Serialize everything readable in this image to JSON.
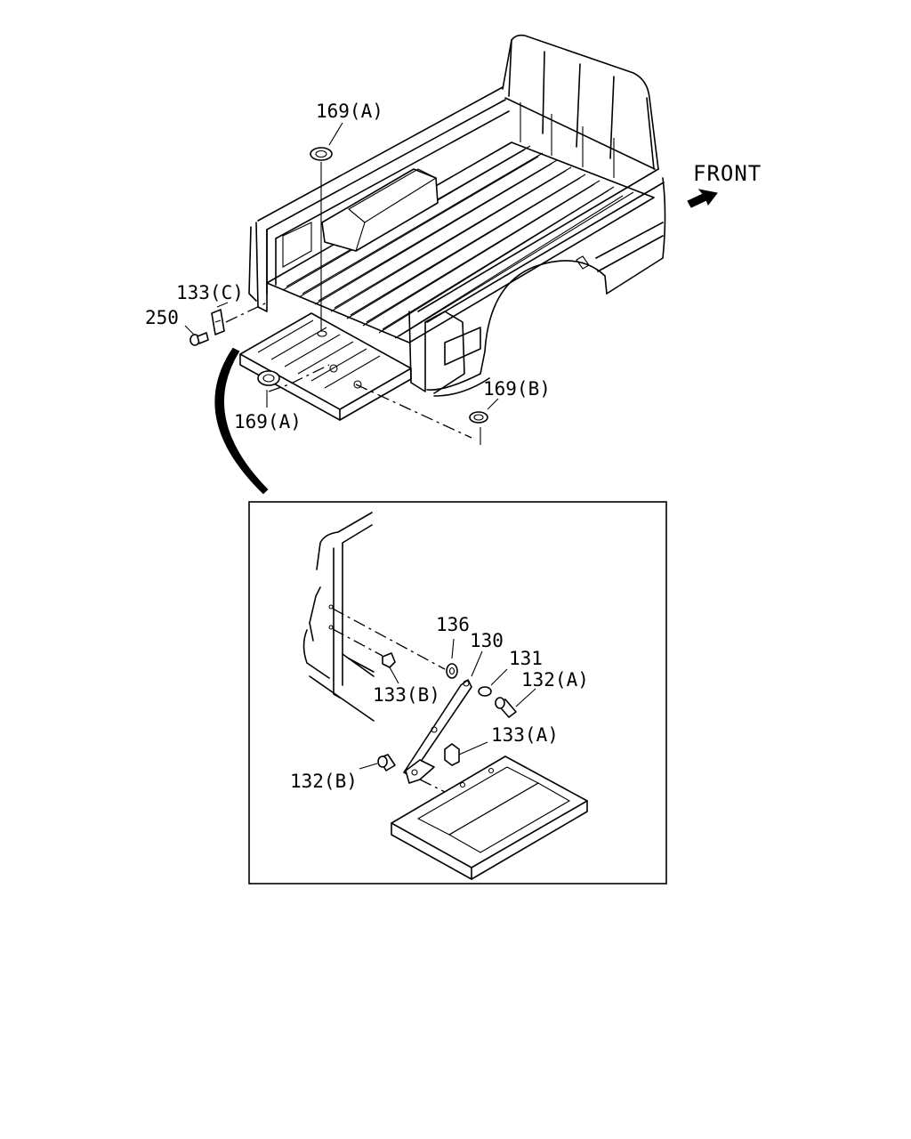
{
  "direction_label": "FRONT",
  "direction_icon": "arrow-right-icon",
  "callouts": {
    "grommet_top": "169(A)",
    "grommet_left": "169(A)",
    "grommet_right": "169(B)",
    "bracket_c": "133(C)",
    "bolt_250": "250",
    "washer_136": "136",
    "strap_130": "130",
    "spacer_131": "131",
    "bolt_a": "132(A)",
    "bracket_b": "133(B)",
    "bracket_a": "133(A)",
    "bolt_b": "132(B)"
  }
}
